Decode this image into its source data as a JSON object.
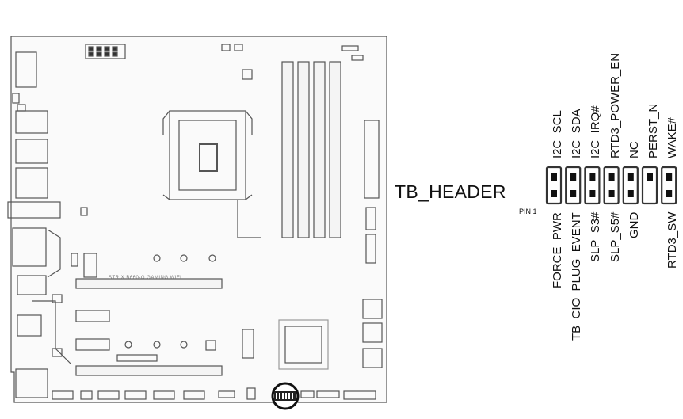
{
  "header": {
    "name": "TB_HEADER",
    "pin1_label": "PIN 1"
  },
  "board": {
    "silkscreen": "STRIX B660-G GAMING WIFI"
  },
  "pins_top": [
    "I2C_SCL",
    "I2C_SDA",
    "I2C_IRQ#",
    "RTD3_POWER_EN",
    "NC",
    "PERST_N",
    "WAKE#"
  ],
  "pins_bottom": [
    "FORCE_PWR",
    "TB_CIO_PLUG_EVENT",
    "SLP_S3#",
    "SLP_S5#",
    "GND",
    "",
    "RTD3_SW"
  ],
  "colors": {
    "line": "#333333",
    "fill": "#f4f4f4",
    "pin": "#111111"
  }
}
